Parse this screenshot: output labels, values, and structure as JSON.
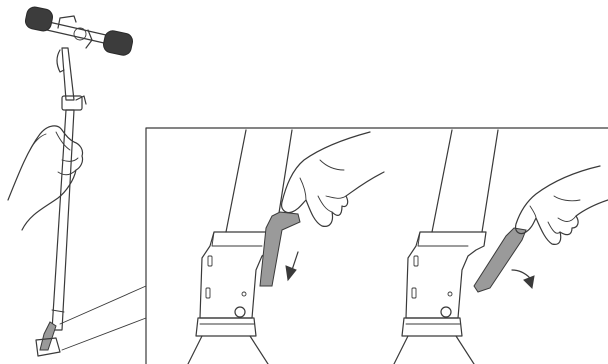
{
  "figure": {
    "panels": [
      {
        "id": "overview",
        "icons": [
          "hand-icon",
          "scooter-icon",
          "folding-lever-icon"
        ]
      },
      {
        "id": "detail-press-lever",
        "icons": [
          "hand-icon",
          "folding-lever-icon",
          "arrow-down-icon"
        ]
      },
      {
        "id": "detail-rotate-lever",
        "icons": [
          "hand-icon",
          "folding-lever-icon",
          "arrow-curved-icon"
        ]
      }
    ],
    "colors": {
      "line": "#3a3a3a",
      "lever": "#9a9a9a",
      "grip": "#3c3c3c",
      "background": "#ffffff"
    }
  }
}
